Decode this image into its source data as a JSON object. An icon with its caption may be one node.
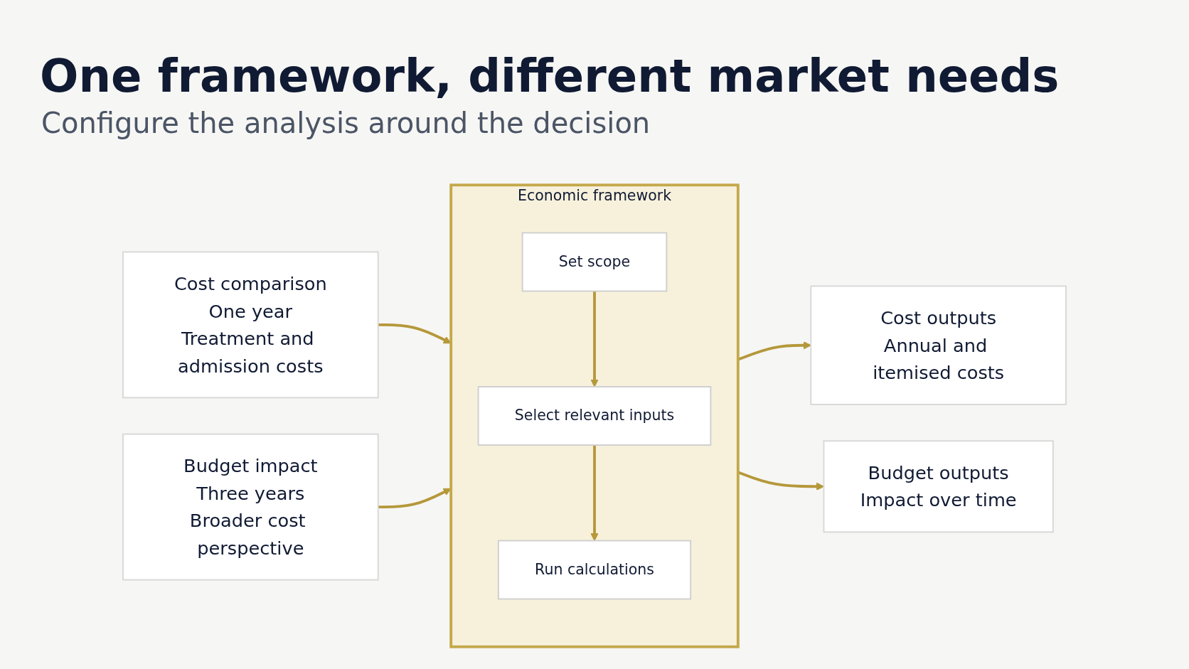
{
  "diagram": {
    "title": "One framework, different market needs",
    "nodes": [
      {
        "text": [
          "Cost comparison",
          "One year",
          "Treatment and admission costs"
        ]
      },
      {
        "text": [
          "Budget impact",
          "Three years",
          "Broader cost perspective"
        ]
      },
      {
        "text": [
          "Economic framework"
        ]
      },
      {
        "text": [
          "Set scope"
        ],
        "in": 2
      },
      {
        "text": [
          "Select relevant inputs"
        ],
        "in": 2
      },
      {
        "text": [
          "Run calculations"
        ],
        "in": 2
      },
      {
        "text": [
          "Cost outputs",
          "Annual and itemised costs"
        ]
      },
      {
        "text": [
          "Budget outputs",
          "Impact over time"
        ]
      }
    ],
    "edges": [
      {
        "from": 0,
        "to": 2,
        "arrow": "to"
      },
      {
        "from": 1,
        "to": 2,
        "arrow": "to"
      },
      {
        "from": 3,
        "to": 4,
        "arrow": "to"
      },
      {
        "from": 4,
        "to": 5,
        "arrow": "to"
      },
      {
        "from": 2,
        "to": 6,
        "arrow": "to"
      },
      {
        "from": 2,
        "to": 7,
        "arrow": "to"
      }
    ],
    "labels": [
      "Configure the analysis around the decision"
    ]
  }
}
